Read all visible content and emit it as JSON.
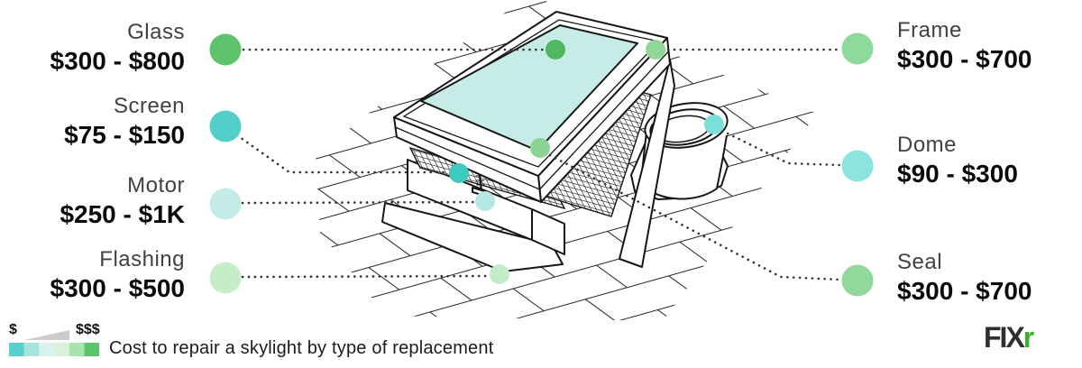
{
  "caption": "Cost to repair a skylight by type of replacement",
  "legend": {
    "low_label": "$",
    "high_label": "$$$",
    "wedge_color": "#cccccc",
    "swatches": [
      "#57d0cd",
      "#a5e3df",
      "#d9f2ef",
      "#d9f0da",
      "#a7e3ad",
      "#5cc469"
    ]
  },
  "callouts": {
    "left": [
      {
        "id": "glass",
        "label": "Glass",
        "price": "$300 - $800",
        "dot_color": "#5ec36b",
        "point_color": "#4eb95e"
      },
      {
        "id": "screen",
        "label": "Screen",
        "price": "$75 - $150",
        "dot_color": "#52cfc9",
        "point_color": "#41c8bf"
      },
      {
        "id": "motor",
        "label": "Motor",
        "price": "$250 - $1K",
        "dot_color": "#c3ebe8",
        "point_color": "#b7e7e4"
      },
      {
        "id": "flashing",
        "label": "Flashing",
        "price": "$300 - $500",
        "dot_color": "#c6ecca",
        "point_color": "#c4ebc7"
      }
    ],
    "right": [
      {
        "id": "frame",
        "label": "Frame",
        "price": "$300 - $700",
        "dot_color": "#8fd99c",
        "point_color": "#92d79a"
      },
      {
        "id": "dome",
        "label": "Dome",
        "price": "$90 - $300",
        "dot_color": "#8ce3e0",
        "point_color": "#7adfdb"
      },
      {
        "id": "seal",
        "label": "Seal",
        "price": "$300 - $700",
        "dot_color": "#90d89b",
        "point_color": "#8bd494"
      }
    ]
  },
  "illustration": {
    "glass_color": "#c7ebe7",
    "line_color": "#161616"
  },
  "logo": {
    "fix": "FIX",
    "r": "r",
    "fix_color": "#2f2f2f",
    "r_color": "#3bb02c"
  }
}
